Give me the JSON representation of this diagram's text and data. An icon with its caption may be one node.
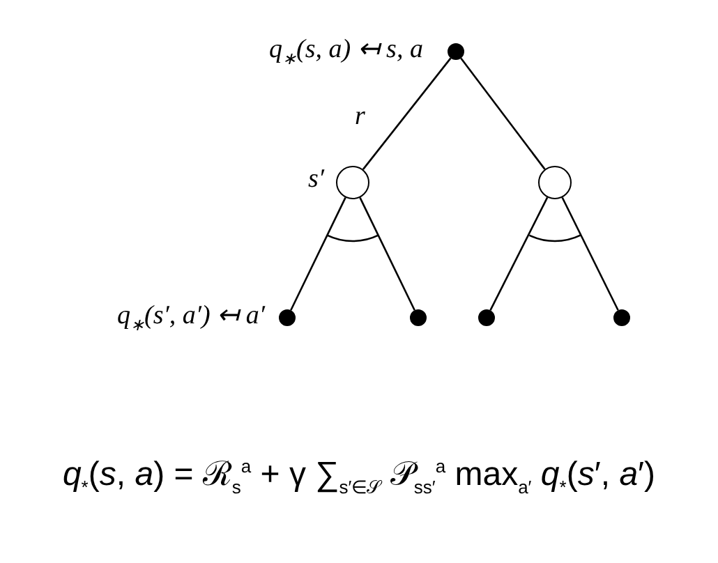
{
  "diagram": {
    "caption": "*q*$_{*}$(*s*, *a*) = ℛ$_{s}$$^{a}$ + γ ∑$_{s′∈𝒮}$ 𝒫$_{ss′}$$^{a}$ max$_{a′}$ *q*$_{*}$(*s*′, *a*′)",
    "nodes": [
      {
        "text": [],
        "shape": "circle",
        "beside": [
          "q$_{∗}$(s, a) ↤ s, a"
        ]
      },
      {
        "text": [],
        "shape": "circle",
        "beside": [
          "s′"
        ]
      },
      {
        "text": [],
        "shape": "circle"
      },
      {
        "text": [],
        "shape": "circle",
        "beside": [
          "q$_{∗}$(s′, a′) ↤ a′"
        ]
      },
      {
        "text": [],
        "shape": "circle"
      },
      {
        "text": [],
        "shape": "circle"
      },
      {
        "text": [],
        "shape": "circle"
      }
    ],
    "edges": [
      {
        "from": 0,
        "to": 1,
        "arrow": "none",
        "label": "r"
      },
      {
        "from": 0,
        "to": 2,
        "arrow": "none"
      },
      {
        "from": 1,
        "to": 3,
        "arrow": "none"
      },
      {
        "from": 1,
        "to": 4,
        "arrow": "none"
      },
      {
        "from": 2,
        "to": 5,
        "arrow": "none"
      },
      {
        "from": 2,
        "to": 6,
        "arrow": "none"
      }
    ]
  }
}
